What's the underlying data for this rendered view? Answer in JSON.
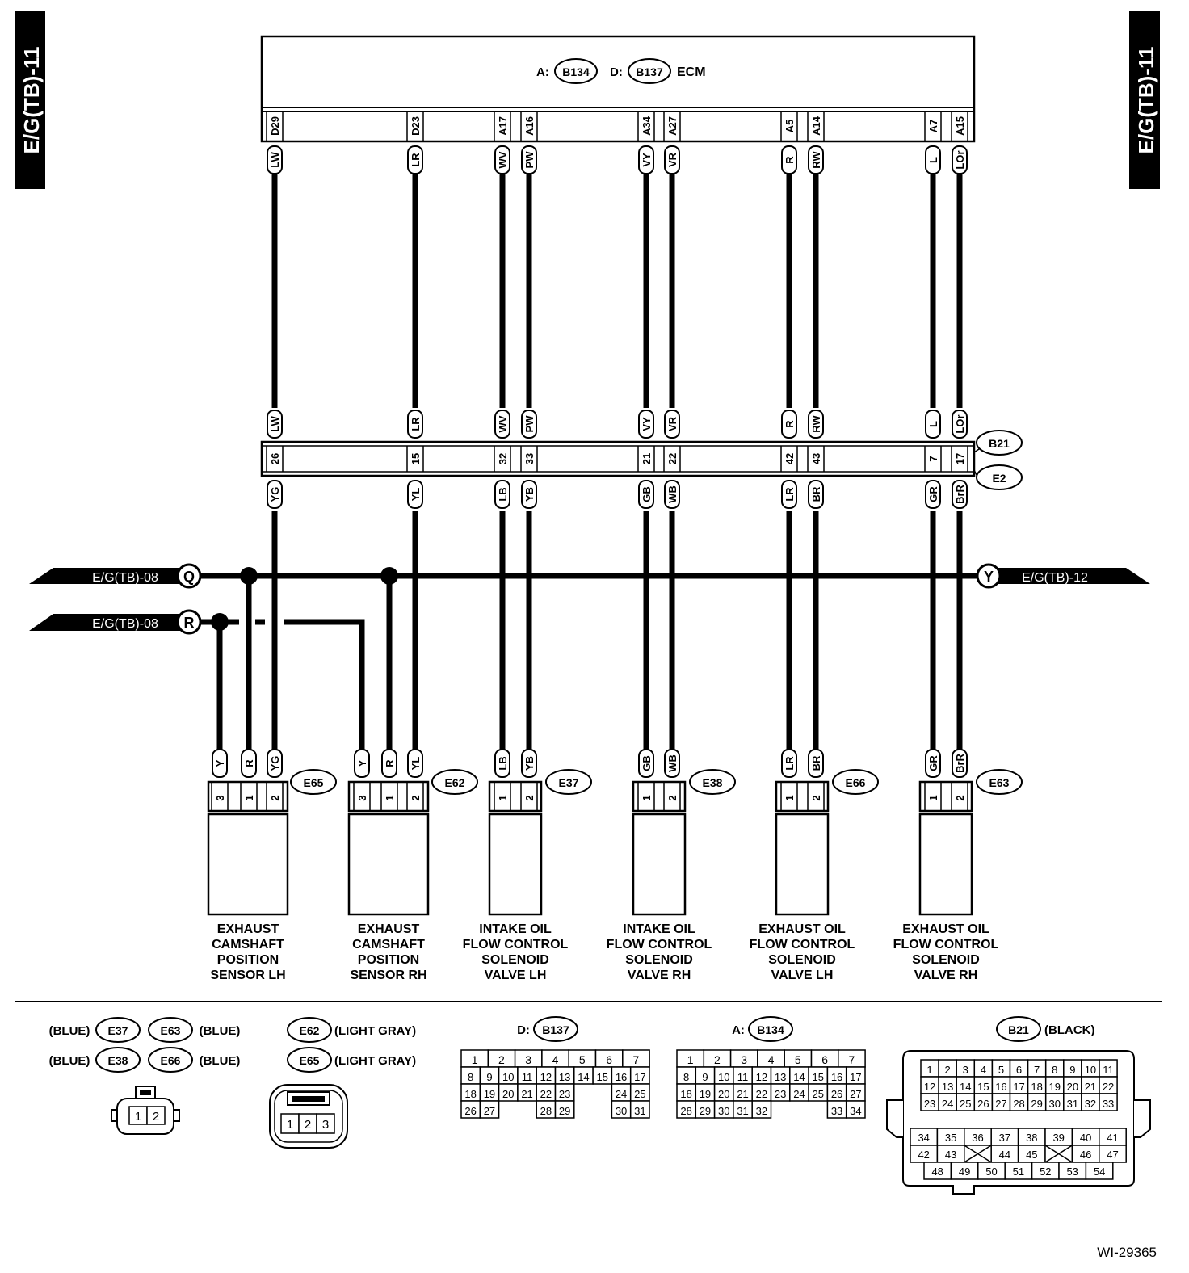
{
  "page_tags": {
    "left": "E/G(TB)-11",
    "right": "E/G(TB)-11"
  },
  "ecm": {
    "a_prefix": "A:",
    "a_conn": "B134",
    "d_prefix": "D:",
    "d_conn": "B137",
    "label": "ECM"
  },
  "joint_connectors": {
    "top": "B21",
    "bottom": "E2"
  },
  "wires": [
    {
      "pin": "D29",
      "top": "LW",
      "jt": "26",
      "bottom": "YG"
    },
    {
      "pin": "D23",
      "top": "LR",
      "jt": "15",
      "bottom": "YL"
    },
    {
      "pin": "A17",
      "top": "WV",
      "jt": "32",
      "bottom": "LB"
    },
    {
      "pin": "A16",
      "top": "PW",
      "jt": "33",
      "bottom": "YB"
    },
    {
      "pin": "A34",
      "top": "VY",
      "jt": "21",
      "bottom": "GB"
    },
    {
      "pin": "A27",
      "top": "VR",
      "jt": "22",
      "bottom": "WB"
    },
    {
      "pin": "A5",
      "top": "R",
      "jt": "42",
      "bottom": "LR"
    },
    {
      "pin": "A14",
      "top": "RW",
      "jt": "43",
      "bottom": "BR"
    },
    {
      "pin": "A7",
      "top": "L",
      "jt": "7",
      "bottom": "GR"
    },
    {
      "pin": "A15",
      "top": "LOr",
      "jt": "17",
      "bottom": "BrR"
    }
  ],
  "offpage": {
    "q": {
      "ref": "E/G(TB)-08",
      "letter": "Q"
    },
    "r": {
      "ref": "E/G(TB)-08",
      "letter": "R"
    },
    "y": {
      "ref": "E/G(TB)-12",
      "letter": "Y"
    }
  },
  "components": [
    {
      "conn": "E65",
      "pins": [
        "3",
        "1",
        "2"
      ],
      "colors": [
        "Y",
        "R",
        "YG"
      ],
      "label": [
        "EXHAUST",
        "CAMSHAFT",
        "POSITION",
        "SENSOR LH"
      ]
    },
    {
      "conn": "E62",
      "pins": [
        "3",
        "1",
        "2"
      ],
      "colors": [
        "Y",
        "R",
        "YL"
      ],
      "label": [
        "EXHAUST",
        "CAMSHAFT",
        "POSITION",
        "SENSOR RH"
      ]
    },
    {
      "conn": "E37",
      "pins": [
        "1",
        "2"
      ],
      "colors": [
        "LB",
        "YB"
      ],
      "label": [
        "INTAKE OIL",
        "FLOW CONTROL",
        "SOLENOID",
        "VALVE LH"
      ]
    },
    {
      "conn": "E38",
      "pins": [
        "1",
        "2"
      ],
      "colors": [
        "GB",
        "WB"
      ],
      "label": [
        "INTAKE OIL",
        "FLOW CONTROL",
        "SOLENOID",
        "VALVE RH"
      ]
    },
    {
      "conn": "E66",
      "pins": [
        "1",
        "2"
      ],
      "colors": [
        "LR",
        "BR"
      ],
      "label": [
        "EXHAUST OIL",
        "FLOW CONTROL",
        "SOLENOID",
        "VALVE LH"
      ]
    },
    {
      "conn": "E63",
      "pins": [
        "1",
        "2"
      ],
      "colors": [
        "GR",
        "BrR"
      ],
      "label": [
        "EXHAUST OIL",
        "FLOW CONTROL",
        "SOLENOID",
        "VALVE RH"
      ]
    }
  ],
  "legend": {
    "two_pin": {
      "rows": [
        {
          "l_color": "(BLUE)",
          "l_conn": "E37",
          "r_conn": "E63",
          "r_color": "(BLUE)"
        },
        {
          "l_color": "(BLUE)",
          "l_conn": "E38",
          "r_conn": "E66",
          "r_color": "(BLUE)"
        }
      ],
      "pins": [
        "1",
        "2"
      ]
    },
    "three_pin": {
      "rows": [
        {
          "conn": "E62",
          "color": "(LIGHT GRAY)"
        },
        {
          "conn": "E65",
          "color": "(LIGHT GRAY)"
        }
      ],
      "pins": [
        "1",
        "2",
        "3"
      ]
    },
    "b137": {
      "prefix": "D:",
      "conn": "B137",
      "rows": [
        [
          "1",
          "2",
          "3",
          "4",
          "5",
          "6",
          "7",
          null,
          null
        ],
        [
          "8",
          "9",
          "10",
          "11",
          "12",
          "13",
          "14",
          "15",
          "16",
          "17"
        ],
        [
          "18",
          "19",
          "20",
          "21",
          "22",
          "23",
          null,
          null,
          "24",
          "25"
        ],
        [
          "26",
          "27",
          null,
          null,
          "28",
          "29",
          null,
          null,
          "30",
          "31"
        ]
      ]
    },
    "b134": {
      "prefix": "A:",
      "conn": "B134",
      "rows": [
        [
          "1",
          "2",
          "3",
          "4",
          "5",
          "6",
          "7"
        ],
        [
          "8",
          "9",
          "10",
          "11",
          "12",
          "13",
          "14",
          "15",
          "16",
          "17"
        ],
        [
          "18",
          "19",
          "20",
          "21",
          "22",
          "23",
          "24",
          "25",
          "26",
          "27"
        ],
        [
          "28",
          "29",
          "30",
          "31",
          "32",
          null,
          null,
          null,
          "33",
          "34"
        ]
      ]
    },
    "b21": {
      "conn": "B21",
      "color": "(BLACK)",
      "upper": [
        [
          "1",
          "2",
          "3",
          "4",
          "5",
          "6",
          "7",
          "8",
          "9",
          "10",
          "11"
        ],
        [
          "12",
          "13",
          "14",
          "15",
          "16",
          "17",
          "18",
          "19",
          "20",
          "21",
          "22"
        ],
        [
          "23",
          "24",
          "25",
          "26",
          "27",
          "28",
          "29",
          "30",
          "31",
          "32",
          "33"
        ]
      ],
      "lower": [
        [
          "34",
          "35",
          "36",
          "37",
          "38",
          "39",
          "40",
          "41"
        ],
        [
          "42",
          "43",
          "X",
          "44",
          "45",
          "X",
          "46",
          "47"
        ],
        [
          "48",
          "49",
          "50",
          "51",
          "52",
          "53",
          "54"
        ]
      ]
    }
  },
  "figure_id": "WI-29365"
}
